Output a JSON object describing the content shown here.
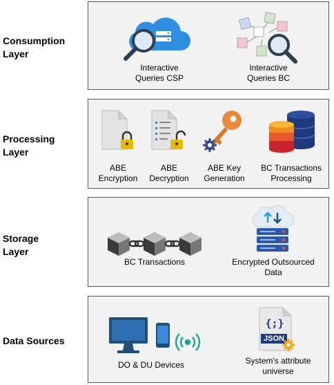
{
  "layers": [
    {
      "label": "Consumption\nLayer"
    },
    {
      "label": "Processing\nLayer"
    },
    {
      "label": "Storage\nLayer"
    },
    {
      "label": "Data Sources"
    }
  ],
  "consumption": {
    "items": [
      {
        "caption": "Interactive\nQueries CSP"
      },
      {
        "caption": "Interactive\nQueries BC"
      }
    ]
  },
  "processing": {
    "items": [
      {
        "caption": "ABE\nEncryption"
      },
      {
        "caption": "ABE\nDecryption"
      },
      {
        "caption": "ABE Key\nGeneration"
      },
      {
        "caption": "BC Transactions\nProcessing"
      }
    ]
  },
  "storage": {
    "items": [
      {
        "caption": "BC Transactions"
      },
      {
        "caption": "Encrypted Outsourced\nData"
      }
    ]
  },
  "sources": {
    "items": [
      {
        "caption": "DO & DU Devices"
      },
      {
        "caption": "System's attribute\nuniverse"
      }
    ],
    "json_label": "JSON",
    "json_braces": "{;}"
  },
  "colors": {
    "panel_bg": "#f2f2f2",
    "cloud_blue": "#2f8ee0",
    "lock_gold": "#e6b800",
    "key_orange": "#e88a3a",
    "db_navy": "#1f3a7a",
    "db_orange": "#f08c1e",
    "monitor_blue": "#1f4e79",
    "signal_teal": "#1fa58c"
  }
}
